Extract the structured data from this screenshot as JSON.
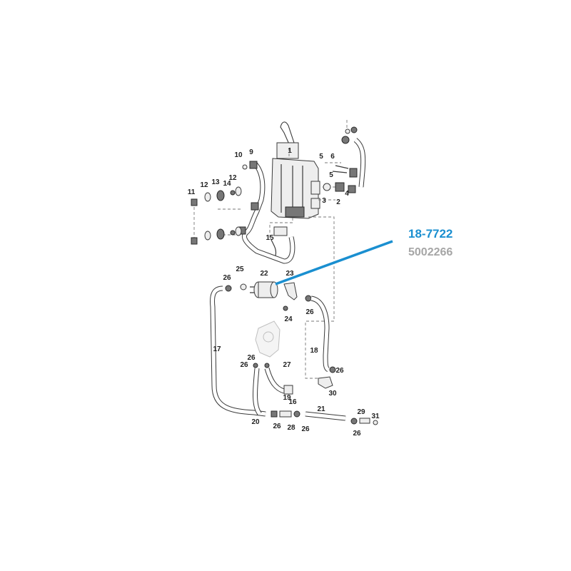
{
  "callout": {
    "part_number": "18-7722",
    "alt_number": "5002266"
  },
  "colors": {
    "accent": "#1a8fd0",
    "alt_text": "#a6a6a6",
    "line_art": "#3a3a3a"
  },
  "labels": [
    {
      "id": "1",
      "text": "1"
    },
    {
      "id": "2",
      "text": "2"
    },
    {
      "id": "3",
      "text": "3"
    },
    {
      "id": "4",
      "text": "4"
    },
    {
      "id": "5a",
      "text": "5"
    },
    {
      "id": "5b",
      "text": "5"
    },
    {
      "id": "6",
      "text": "6"
    },
    {
      "id": "9",
      "text": "9"
    },
    {
      "id": "10",
      "text": "10"
    },
    {
      "id": "11",
      "text": "11"
    },
    {
      "id": "12a",
      "text": "12"
    },
    {
      "id": "12b",
      "text": "12"
    },
    {
      "id": "13",
      "text": "13"
    },
    {
      "id": "14",
      "text": "14"
    },
    {
      "id": "15",
      "text": "15"
    },
    {
      "id": "16",
      "text": "16"
    },
    {
      "id": "17",
      "text": "17"
    },
    {
      "id": "18",
      "text": "18"
    },
    {
      "id": "19",
      "text": "19"
    },
    {
      "id": "20",
      "text": "20"
    },
    {
      "id": "21",
      "text": "21"
    },
    {
      "id": "22",
      "text": "22"
    },
    {
      "id": "23",
      "text": "23"
    },
    {
      "id": "24",
      "text": "24"
    },
    {
      "id": "25",
      "text": "25"
    },
    {
      "id": "26a",
      "text": "26"
    },
    {
      "id": "26b",
      "text": "26"
    },
    {
      "id": "26c",
      "text": "26"
    },
    {
      "id": "26d",
      "text": "26"
    },
    {
      "id": "26e",
      "text": "26"
    },
    {
      "id": "26f",
      "text": "26"
    },
    {
      "id": "26g",
      "text": "26"
    },
    {
      "id": "26h",
      "text": "26"
    },
    {
      "id": "27",
      "text": "27"
    },
    {
      "id": "28",
      "text": "28"
    },
    {
      "id": "29",
      "text": "29"
    },
    {
      "id": "30",
      "text": "30"
    },
    {
      "id": "31",
      "text": "31"
    }
  ]
}
